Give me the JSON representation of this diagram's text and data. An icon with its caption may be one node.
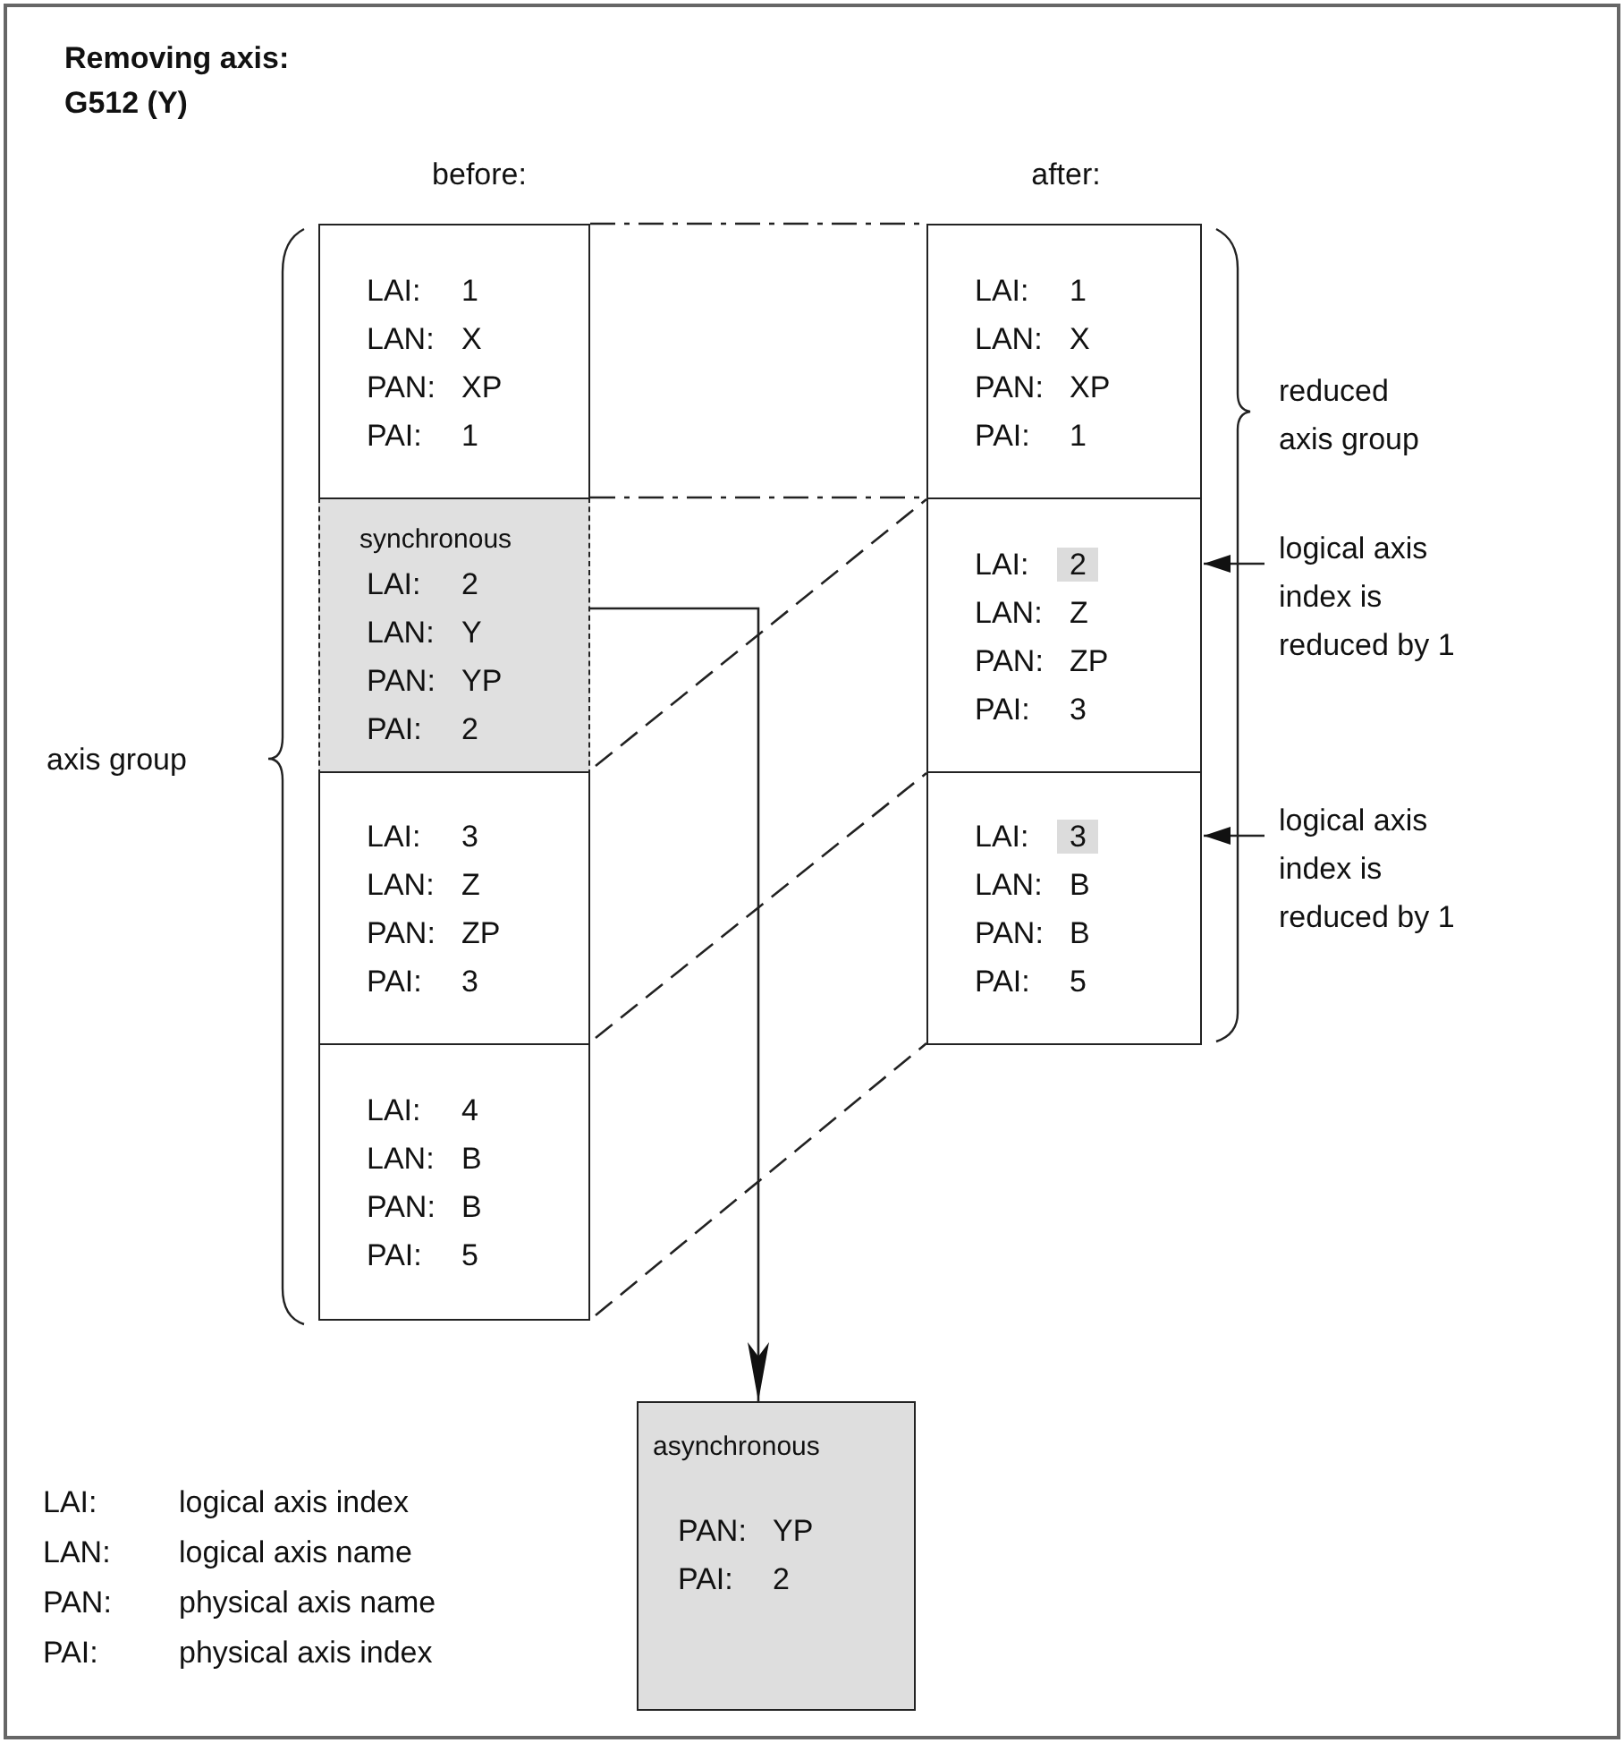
{
  "diagram": {
    "title": "Removing axis: G512 (Y)",
    "nodes": [
      {
        "text": [
          "LAI: 1",
          "LAN: X",
          "PAN: XP",
          "PAI: 1"
        ]
      },
      {
        "text": [
          "synchronous",
          "LAI: 2",
          "LAN: Y",
          "PAN: YP",
          "PAI: 2"
        ]
      },
      {
        "text": [
          "LAI: 3",
          "LAN: Z",
          "PAN: ZP",
          "PAI: 3"
        ]
      },
      {
        "text": [
          "LAI: 4",
          "LAN: B",
          "PAN: B",
          "PAI: 5"
        ]
      },
      {
        "text": [
          "LAI: 1",
          "LAN: X",
          "PAN: XP",
          "PAI: 1"
        ]
      },
      {
        "text": [
          "LAI: 2",
          "LAN: Z",
          "PAN: ZP",
          "PAI: 3"
        ]
      },
      {
        "text": [
          "LAI: 3",
          "LAN: B",
          "PAN: B",
          "PAI: 5"
        ]
      },
      {
        "text": [
          "asynchronous",
          "PAN: YP",
          "PAI: 2"
        ]
      },
      {
        "text": [
          "logical axis index is reduced by 1"
        ]
      },
      {
        "text": [
          "logical axis index is reduced by 1"
        ]
      }
    ],
    "edges": [
      {
        "from": 0,
        "to": 4,
        "arrow": "none",
        "style": "dashed"
      },
      {
        "from": 0,
        "to": 4,
        "arrow": "none",
        "style": "dashed"
      },
      {
        "from": 2,
        "to": 5,
        "arrow": "none",
        "style": "dashed"
      },
      {
        "from": 3,
        "to": 6,
        "arrow": "none",
        "style": "dashed"
      },
      {
        "from": 3,
        "to": 6,
        "arrow": "none",
        "style": "dashed"
      },
      {
        "from": 1,
        "to": 7,
        "arrow": "to"
      },
      {
        "from": 8,
        "to": 5,
        "arrow": "to"
      },
      {
        "from": 9,
        "to": 6,
        "arrow": "to"
      }
    ],
    "labels": [
      "before:",
      "after:",
      "axis group",
      "reduced axis group",
      "LAI:",
      "logical axis index",
      "LAN:",
      "logical axis name",
      "PAN:",
      "physical axis name",
      "PAI:",
      "physical axis index"
    ]
  }
}
